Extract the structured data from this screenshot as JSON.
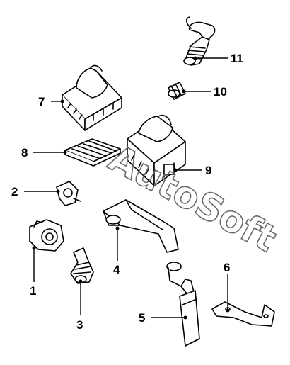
{
  "watermark": {
    "text": "AutoSoft"
  },
  "callouts": [
    {
      "id": "1",
      "label": "1"
    },
    {
      "id": "2",
      "label": "2"
    },
    {
      "id": "3",
      "label": "3"
    },
    {
      "id": "4",
      "label": "4"
    },
    {
      "id": "5",
      "label": "5"
    },
    {
      "id": "6",
      "label": "6"
    },
    {
      "id": "7",
      "label": "7"
    },
    {
      "id": "8",
      "label": "8"
    },
    {
      "id": "9",
      "label": "9"
    },
    {
      "id": "10",
      "label": "10"
    },
    {
      "id": "11",
      "label": "11"
    }
  ]
}
